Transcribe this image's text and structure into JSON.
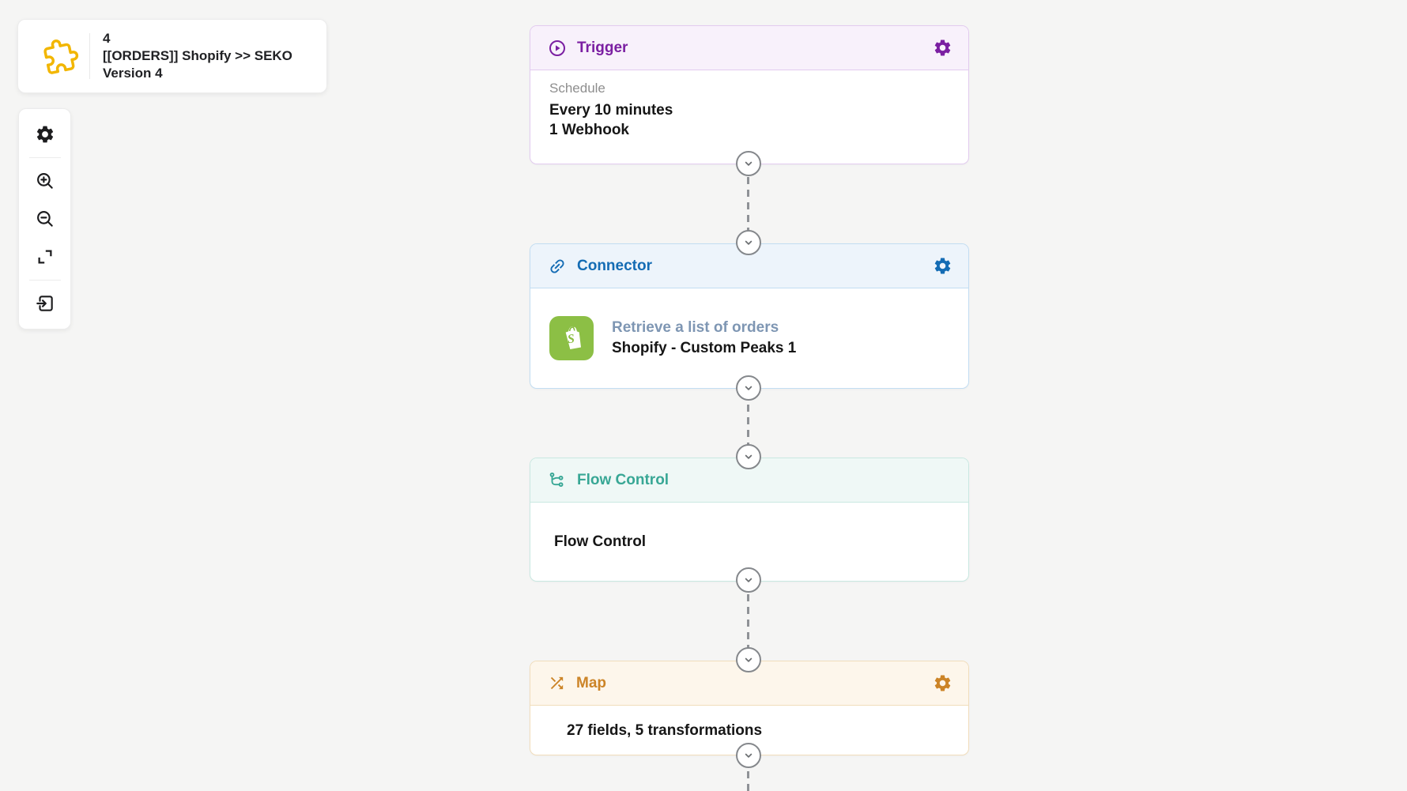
{
  "page": {
    "background": "#f5f5f4"
  },
  "header_card": {
    "icon": "puzzle-icon",
    "icon_color": "#F2B600",
    "title_lines": [
      "4",
      "[[ORDERS]] Shopify >> SEKO",
      "Version 4"
    ]
  },
  "toolbar": {
    "buttons": [
      {
        "name": "settings",
        "icon": "gear-icon"
      },
      {
        "name": "zoom-in",
        "icon": "zoom-in-icon"
      },
      {
        "name": "zoom-out",
        "icon": "zoom-out-icon"
      },
      {
        "name": "fit-to-screen",
        "icon": "expand-icon"
      },
      {
        "name": "exit-flow",
        "icon": "exit-flow-icon"
      }
    ]
  },
  "flow": {
    "edge_style": {
      "line_color": "#8f9296",
      "chevron_icon": "chevron-down-icon"
    },
    "nodes": [
      {
        "id": "trigger",
        "label": "Trigger",
        "icon": "play-circle-icon",
        "has_settings": true,
        "colors": {
          "accent": "#7B1FA2",
          "header_bg": "#F8F1FB",
          "border": "#E2CBEF"
        },
        "body": {
          "caption": "Schedule",
          "line1": "Every 10 minutes",
          "line2": "1 Webhook"
        }
      },
      {
        "id": "connector",
        "label": "Connector",
        "icon": "link-icon",
        "has_settings": true,
        "colors": {
          "accent": "#146CB4",
          "header_bg": "#EDF4FB",
          "border": "#C2DDF2"
        },
        "body": {
          "app_icon": "shopify-icon",
          "app_icon_color": "#8CBF45",
          "action": "Retrieve a list of orders",
          "connection": "Shopify - Custom Peaks 1"
        }
      },
      {
        "id": "flow-control",
        "label": "Flow Control",
        "icon": "branch-icon",
        "has_settings": false,
        "colors": {
          "accent": "#38A795",
          "header_bg": "#EFF8F6",
          "border": "#C9E8E1"
        },
        "body": {
          "text": "Flow Control"
        }
      },
      {
        "id": "map",
        "label": "Map",
        "icon": "shuffle-icon",
        "has_settings": true,
        "colors": {
          "accent": "#CC8427",
          "header_bg": "#FDF6EB",
          "border": "#F1DDBB"
        },
        "body": {
          "text": "27 fields, 5 transformations"
        }
      }
    ]
  }
}
